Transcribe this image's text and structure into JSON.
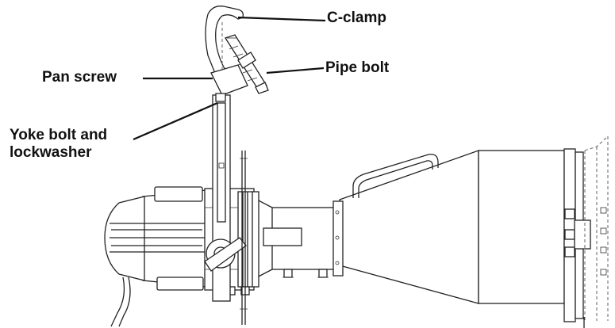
{
  "figure": {
    "labels": {
      "c_clamp": "C-clamp",
      "pipe_bolt": "Pipe bolt",
      "pan_screw": "Pan screw",
      "yoke_bolt_line1": "Yoke bolt and",
      "yoke_bolt_line2": "lockwasher"
    }
  }
}
